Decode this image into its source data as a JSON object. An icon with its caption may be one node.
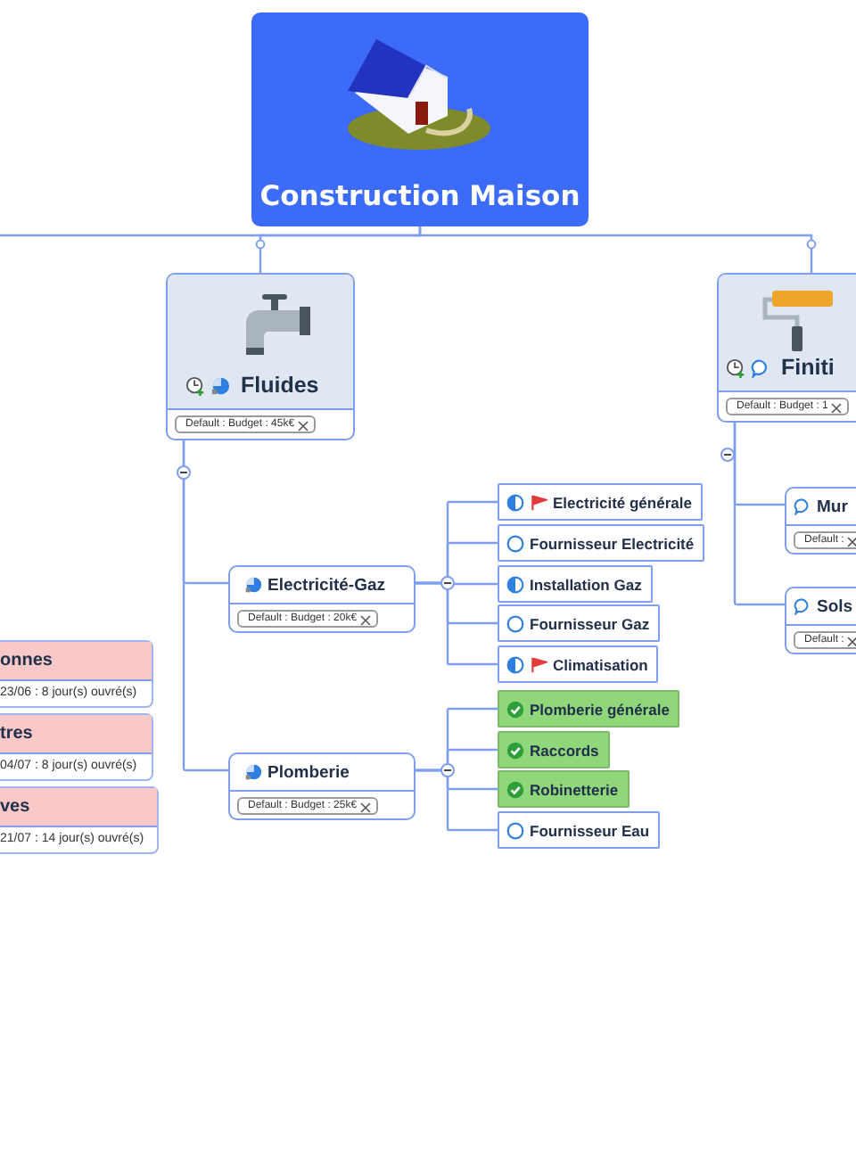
{
  "diagram": {
    "nodes": [
      {
        "text": [
          "Construction Maison"
        ]
      },
      {
        "text": [
          "Fluides",
          "Default : Budget : 45k€"
        ]
      },
      {
        "text": [
          "Finiti",
          "Default : Budget : 1"
        ]
      },
      {
        "text": [
          "Electricité-Gaz",
          "Default : Budget : 20k€"
        ]
      },
      {
        "text": [
          "Plomberie",
          "Default : Budget : 25k€"
        ]
      },
      {
        "text": [
          "Electricité générale"
        ]
      },
      {
        "text": [
          "Fournisseur Electricité"
        ]
      },
      {
        "text": [
          "Installation Gaz"
        ]
      },
      {
        "text": [
          "Fournisseur Gaz"
        ]
      },
      {
        "text": [
          "Climatisation"
        ]
      },
      {
        "text": [
          "Plomberie générale"
        ]
      },
      {
        "text": [
          "Raccords"
        ]
      },
      {
        "text": [
          "Robinetterie"
        ]
      },
      {
        "text": [
          "Fournisseur Eau"
        ]
      },
      {
        "text": [
          "Mur",
          "Default :"
        ]
      },
      {
        "text": [
          "Sols",
          "Default :"
        ]
      },
      {
        "text": [
          "onnes",
          "23/06 : 8 jour(s) ouvré(s)"
        ]
      },
      {
        "text": [
          "tres",
          "04/07 : 8 jour(s) ouvré(s)"
        ]
      },
      {
        "text": [
          "ves",
          "21/07 : 14 jour(s) ouvré(s)"
        ]
      }
    ],
    "edges": [
      {
        "from": 0,
        "to": null,
        "arrow": "none"
      },
      {
        "from": 0,
        "to": 1,
        "arrow": "none"
      },
      {
        "from": 0,
        "to": 2,
        "arrow": "none"
      },
      {
        "from": 1,
        "to": 3,
        "arrow": "none"
      },
      {
        "from": 1,
        "to": 4,
        "arrow": "none"
      },
      {
        "from": 3,
        "to": 5,
        "arrow": "none"
      },
      {
        "from": 3,
        "to": 6,
        "arrow": "none"
      },
      {
        "from": 3,
        "to": 7,
        "arrow": "none"
      },
      {
        "from": 3,
        "to": 8,
        "arrow": "none"
      },
      {
        "from": 3,
        "to": 9,
        "arrow": "none"
      },
      {
        "from": 4,
        "to": 10,
        "arrow": "none"
      },
      {
        "from": 4,
        "to": 11,
        "arrow": "none"
      },
      {
        "from": 4,
        "to": 12,
        "arrow": "none"
      },
      {
        "from": 4,
        "to": 13,
        "arrow": "none"
      },
      {
        "from": 2,
        "to": 14,
        "arrow": "none"
      },
      {
        "from": 2,
        "to": 15,
        "arrow": "none"
      }
    ]
  }
}
